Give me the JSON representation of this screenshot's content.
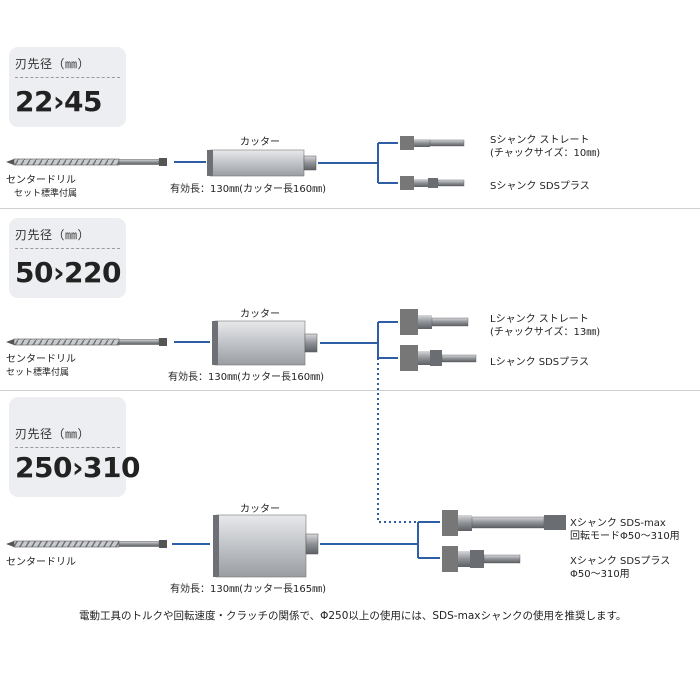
{
  "sections": [
    {
      "diameter_label": "刃先径（㎜）",
      "diameter_value": "22›45",
      "cutter_label": "カッター",
      "center_drill_label": "センタードリル",
      "center_drill_note": "セット標準付属",
      "effective_length": "有効長：130㎜(カッター長160㎜)",
      "shanks": [
        {
          "line1": "Sシャンク ストレート",
          "line2": "(チャックサイズ：10㎜)"
        },
        {
          "line1": "Sシャンク SDSプラス",
          "line2": ""
        }
      ]
    },
    {
      "diameter_label": "刃先径（㎜）",
      "diameter_value": "50›220",
      "cutter_label": "カッター",
      "center_drill_label": "センタードリル",
      "center_drill_note": "セット標準付属",
      "effective_length": "有効長：130㎜(カッター長160㎜)",
      "shanks": [
        {
          "line1": "Lシャンク ストレート",
          "line2": "(チャックサイズ：13㎜)"
        },
        {
          "line1": "Lシャンク SDSプラス",
          "line2": ""
        }
      ]
    },
    {
      "diameter_label": "刃先径（㎜）",
      "diameter_value": "250›310",
      "cutter_label": "カッター",
      "center_drill_label": "センタードリル",
      "center_drill_note": "",
      "effective_length": "有効長：130㎜(カッター長165㎜)",
      "shanks": [
        {
          "line1": "Xシャンク SDS-max",
          "line2": "回転モードΦ50～310用"
        },
        {
          "line1": "Xシャンク SDSプラス",
          "line2": "Φ50～310用"
        }
      ]
    }
  ],
  "footnote": "電動工具のトルクや回転速度・クラッチの関係で、Φ250以上の使用には、SDS-maxシャンクの使用を推奨します。",
  "colors": {
    "connector": "#2e5fa6",
    "badge_bg": "#eceef1",
    "cutter_fill": "#b9bcc0",
    "shank_fill": "#8c8f93"
  }
}
